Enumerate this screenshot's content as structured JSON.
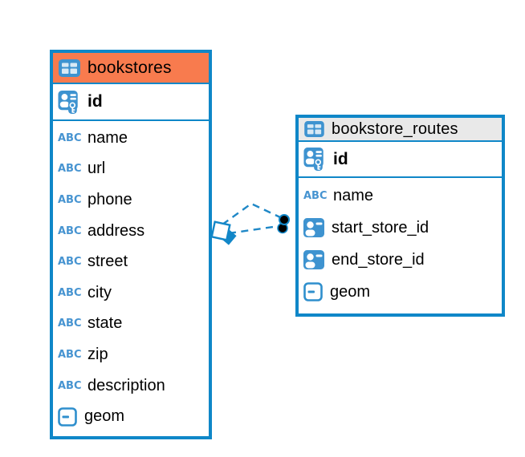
{
  "diagram": {
    "background_color": "#ffffff",
    "accent_blue": "#0f87c8",
    "icon_blue": "#3e93d0",
    "bookstores_header_color": "#f87b4e",
    "routes_header_color": "#e9e9e9",
    "text_color": "#000000"
  },
  "icons": {
    "text_type_glyph": "ABC"
  },
  "tables": {
    "bookstores": {
      "title": "bookstores",
      "header_style": "orange-highlight",
      "pk": {
        "name": "id",
        "icon": "primary-key"
      },
      "fields": [
        {
          "name": "name",
          "icon": "text"
        },
        {
          "name": "url",
          "icon": "text"
        },
        {
          "name": "phone",
          "icon": "text"
        },
        {
          "name": "address",
          "icon": "text"
        },
        {
          "name": "street",
          "icon": "text"
        },
        {
          "name": "city",
          "icon": "text"
        },
        {
          "name": "state",
          "icon": "text"
        },
        {
          "name": "zip",
          "icon": "text"
        },
        {
          "name": "description",
          "icon": "text"
        },
        {
          "name": "geom",
          "icon": "geometry"
        }
      ]
    },
    "bookstore_routes": {
      "title": "bookstore_routes",
      "header_style": "gray",
      "pk": {
        "name": "id",
        "icon": "primary-key"
      },
      "fields": [
        {
          "name": "name",
          "icon": "text"
        },
        {
          "name": "start_store_id",
          "icon": "foreign-key"
        },
        {
          "name": "end_store_id",
          "icon": "foreign-key"
        },
        {
          "name": "geom",
          "icon": "geometry"
        }
      ]
    }
  },
  "relationships": [
    {
      "style": "dashed",
      "from_table": "bookstores",
      "to_table": "bookstore_routes",
      "from_marker": "diamond",
      "to_marker": "black-dot"
    },
    {
      "style": "dashed",
      "from_table": "bookstores",
      "to_table": "bookstore_routes",
      "from_marker": "diamond",
      "to_marker": "black-dot"
    }
  ]
}
